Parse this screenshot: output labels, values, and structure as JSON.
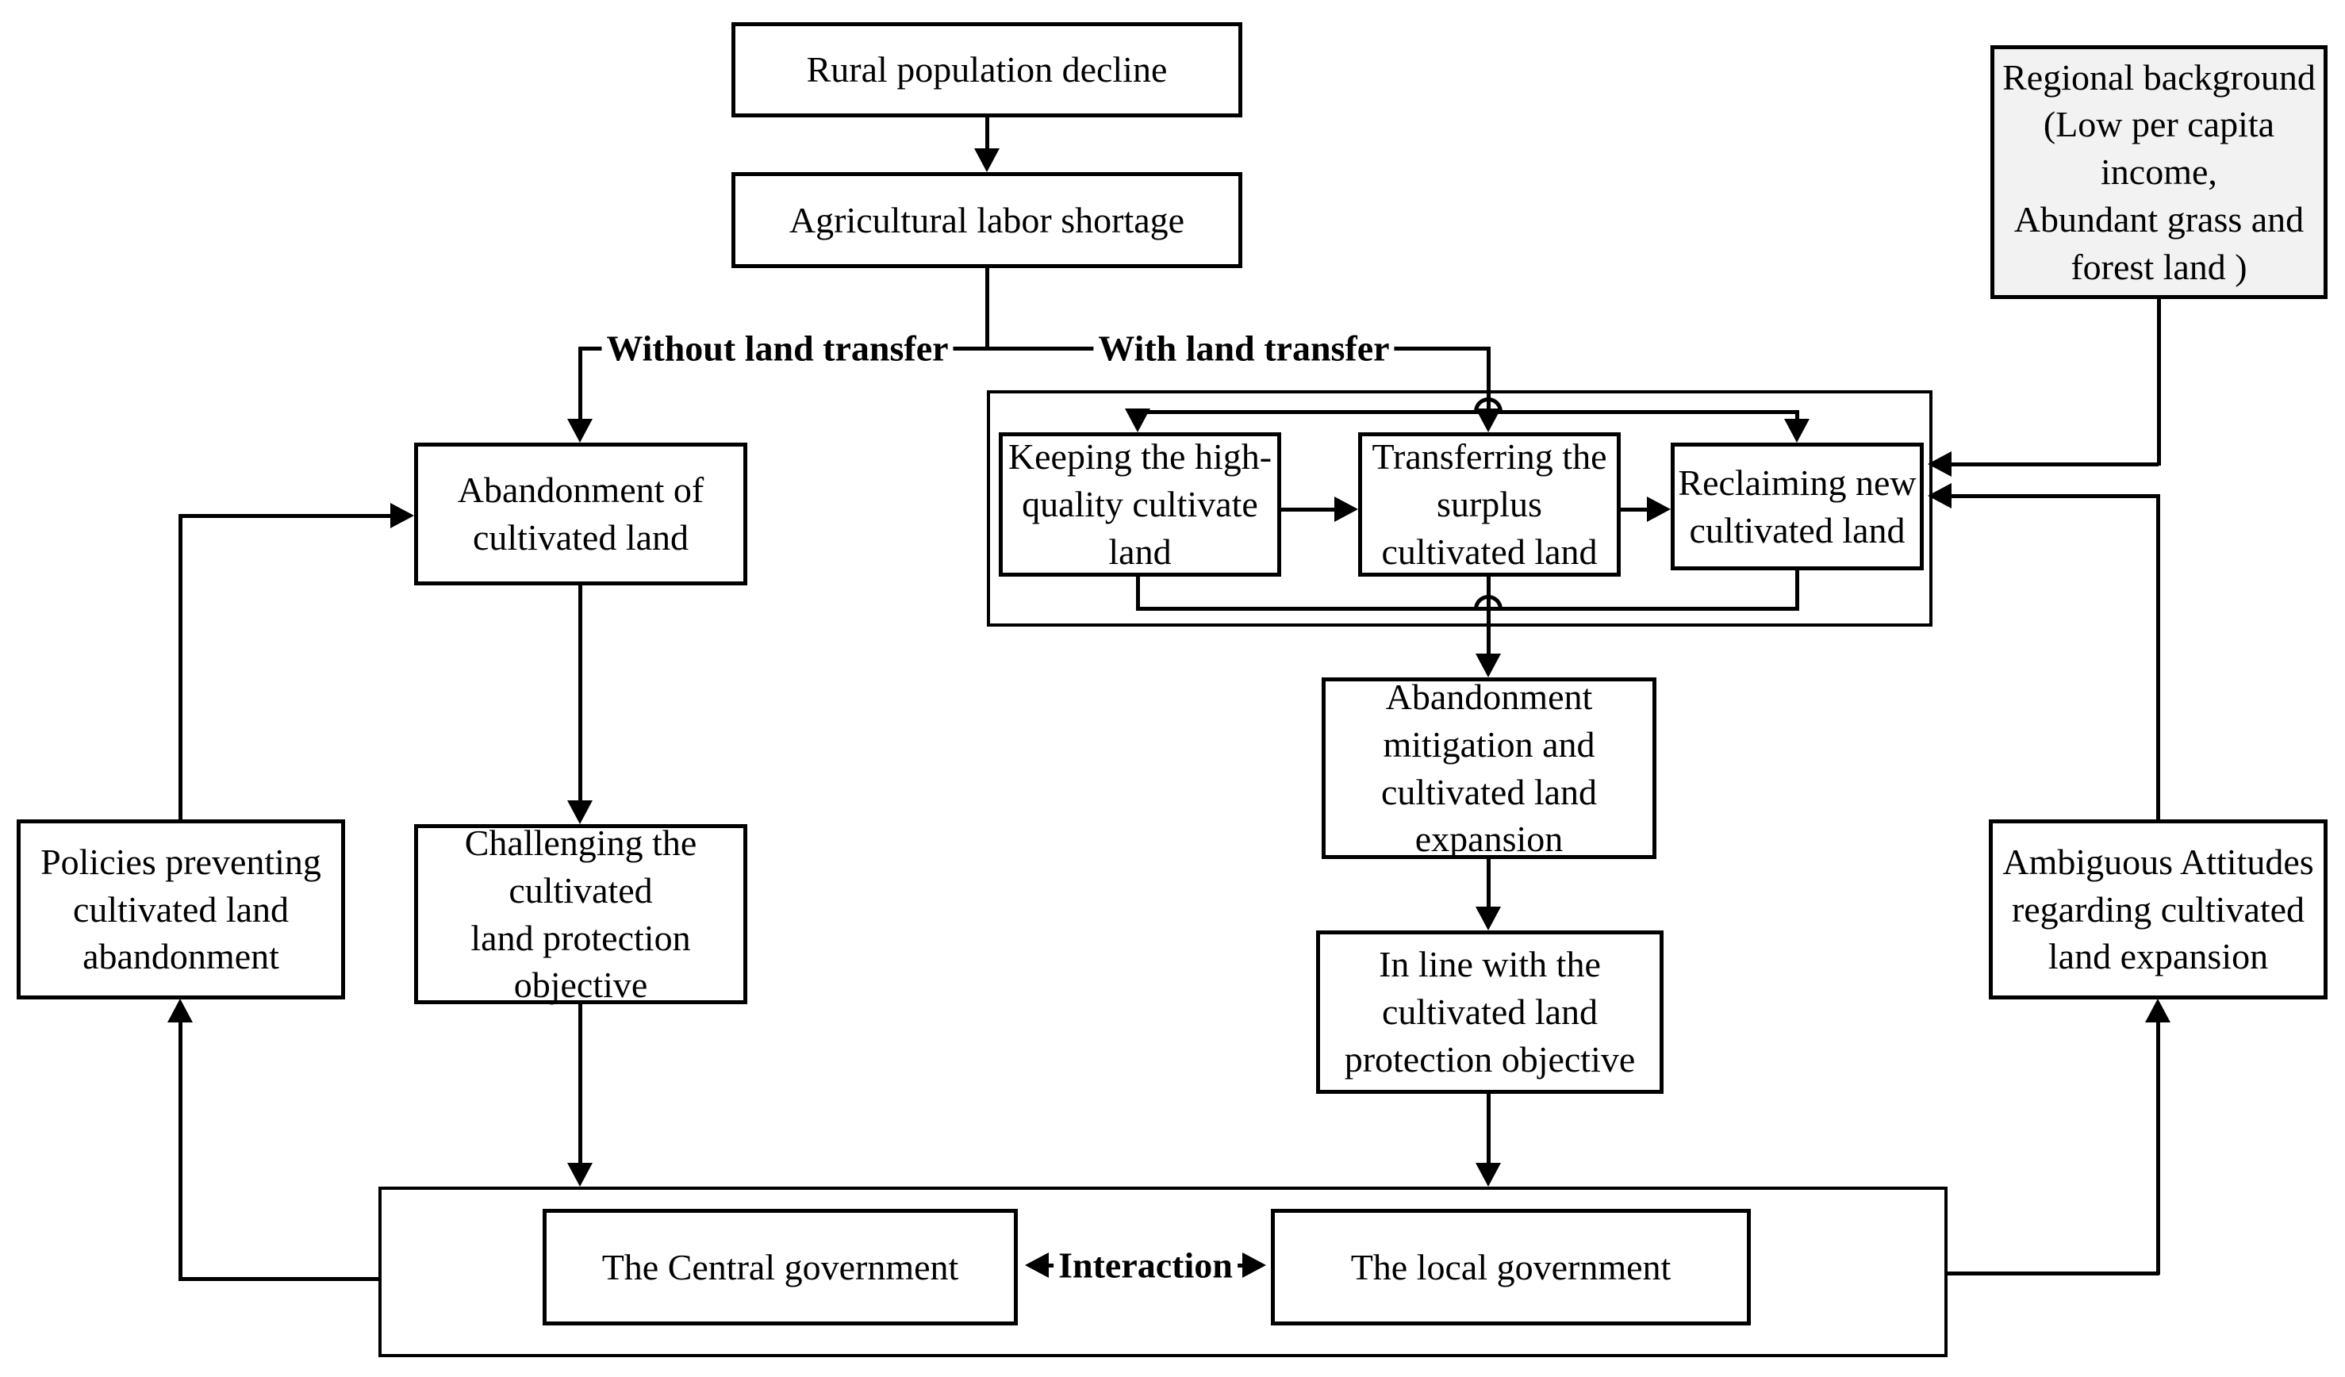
{
  "diagram_title": "Cultivated land abandonment and land transfer flowchart",
  "colors": {
    "line": "#000000",
    "box_background": "#ffffff",
    "regional_background": "#f2f2f2",
    "text": "#000000"
  },
  "nodes": {
    "rural": "Rural population decline",
    "agri": "Agricultural labor shortage",
    "regional": "Regional background\n(Low per capita\nincome,\nAbundant grass and\nforest land )",
    "abandonment": "Abandonment of\ncultivated land",
    "keeping": "Keeping the high-\nquality cultivate\nland",
    "transferring": "Transferring the\nsurplus\ncultivated land",
    "reclaiming": "Reclaiming new\ncultivated land",
    "mitigation": "Abandonment\nmitigation and\ncultivated land\nexpansion",
    "policies": "Policies preventing\ncultivated land\nabandonment",
    "challenging": "Challenging the\ncultivated\nland protection\nobjective",
    "inline": "In line with the\ncultivated land\nprotection objective",
    "ambiguous": "Ambiguous Attitudes\nregarding cultivated\nland expansion",
    "central": "The Central government",
    "local": "The local government"
  },
  "edge_labels": {
    "without": "Without land transfer",
    "with": "With land transfer",
    "interaction": "Interaction"
  }
}
